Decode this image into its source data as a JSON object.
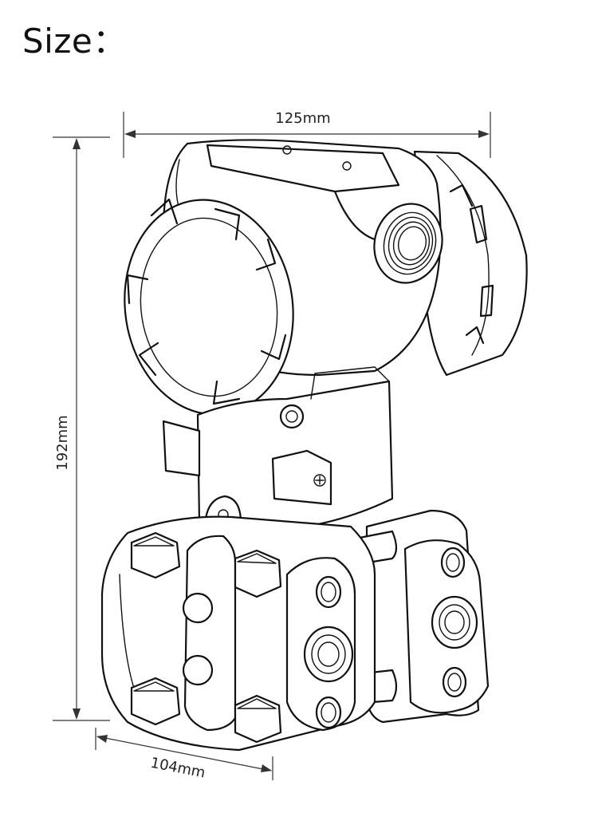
{
  "page": {
    "title": "Size："
  },
  "dimensions": {
    "width_label": "125mm",
    "height_label": "192mm",
    "depth_label": "104mm"
  },
  "figure": {
    "subject_icon": "pressure-transmitter-line-drawing-icon"
  }
}
